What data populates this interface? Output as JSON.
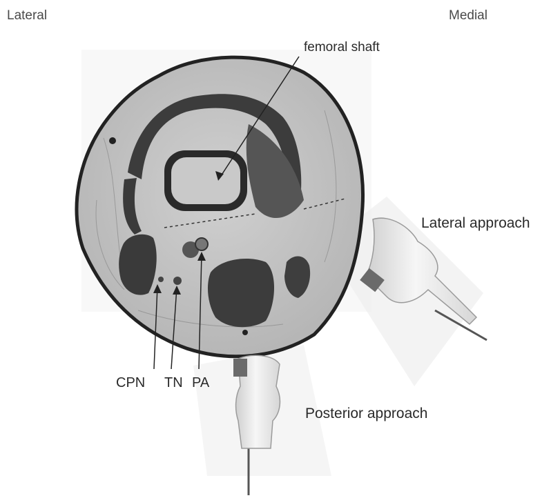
{
  "orientation": {
    "left": "Lateral",
    "right": "Medial"
  },
  "labels": {
    "femoral_shaft": "femoral shaft",
    "lateral_approach": "Lateral approach",
    "posterior_approach": "Posterior approach",
    "cpn": "CPN",
    "tn": "TN",
    "pa": "PA"
  },
  "colors": {
    "skin_fill": "#bdbdbd",
    "muscle_dark": "#3a3a3a",
    "bone_cortex": "#111111",
    "probe": "#e8e8e8",
    "label_text": "#2a2a2a"
  }
}
